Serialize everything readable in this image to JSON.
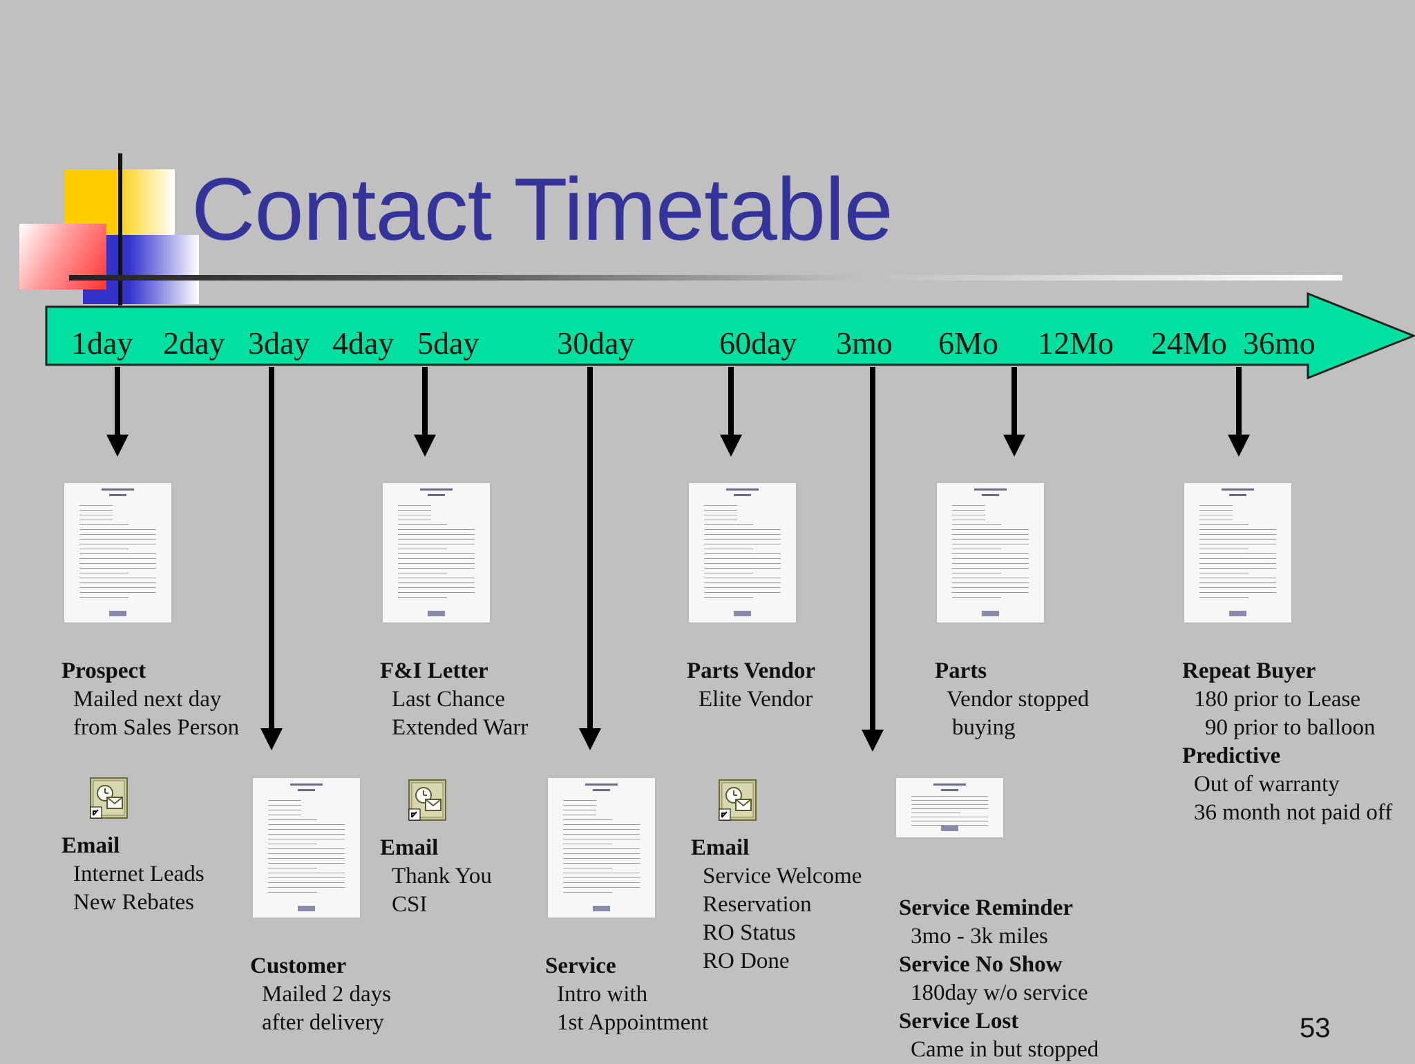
{
  "title": "Contact Timetable",
  "colors": {
    "title": "#333399",
    "timeline_fill": "#00e0a0",
    "background": "#c0c0c0"
  },
  "timeline": [
    "1day",
    "2day",
    "3day",
    "4day",
    "5day",
    "30day",
    "60day",
    "3mo",
    "6Mo",
    "12Mo",
    "24Mo",
    "36mo"
  ],
  "icons": {
    "letter": "document-letter-icon",
    "email": "email-shortcut-icon"
  },
  "blocks": {
    "prospect": {
      "heading": "Prospect",
      "lines": [
        "Mailed next day",
        "from Sales Person"
      ]
    },
    "fi_letter": {
      "heading": "F&I Letter",
      "lines": [
        "Last Chance",
        "Extended Warr"
      ]
    },
    "parts_vendor": {
      "heading": "Parts Vendor",
      "lines": [
        "Elite Vendor"
      ]
    },
    "parts": {
      "heading": "Parts",
      "lines": [
        "Vendor stopped",
        "buying"
      ]
    },
    "repeat_buyer": {
      "heading": "Repeat Buyer",
      "lines": [
        "180 prior to Lease",
        "90 prior to balloon"
      ]
    },
    "predictive": {
      "heading": "Predictive",
      "lines": [
        "Out of warranty",
        "36 month not paid off"
      ]
    },
    "email_1": {
      "heading": "Email",
      "lines": [
        "Internet Leads",
        "New  Rebates"
      ]
    },
    "email_5": {
      "heading": "Email",
      "lines": [
        "Thank You",
        "CSI"
      ]
    },
    "email_60": {
      "heading": "Email",
      "lines": [
        "Service Welcome",
        "Reservation",
        "RO Status",
        "RO Done"
      ]
    },
    "customer": {
      "heading": "Customer",
      "lines": [
        "Mailed 2 days",
        "after delivery"
      ]
    },
    "service": {
      "heading": "Service",
      "lines": [
        "Intro with",
        "1st Appointment"
      ]
    },
    "service_reminder": {
      "heading": "Service Reminder",
      "lines": [
        "3mo - 3k miles"
      ]
    },
    "service_no_show": {
      "heading": "Service No Show",
      "lines": [
        "180day w/o service"
      ]
    },
    "service_lost": {
      "heading": "Service Lost",
      "lines": [
        "Came in but stopped"
      ]
    }
  },
  "page_number": "53"
}
